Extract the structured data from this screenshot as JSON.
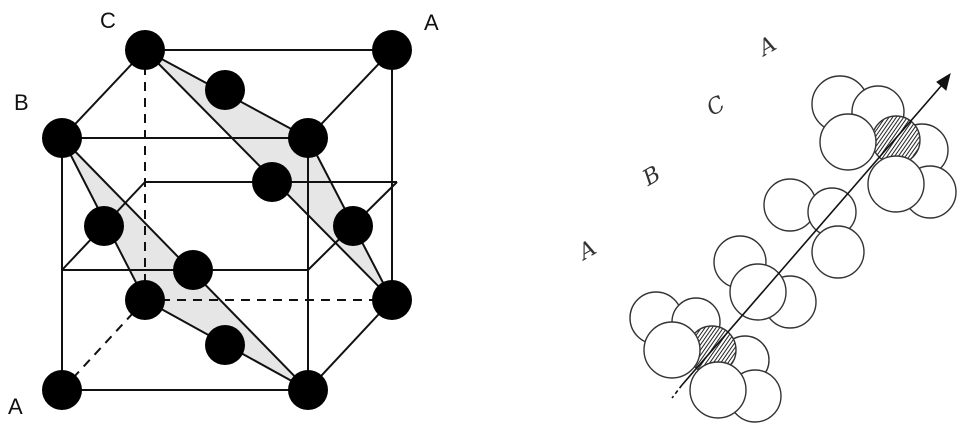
{
  "cube_labels": {
    "c_top": "C",
    "a_top": "A",
    "b_left": "B",
    "a_bottom": "A"
  },
  "stack_labels": {
    "a_upper": "A",
    "c": "C",
    "b": "B",
    "a_lower": "A"
  },
  "colors": {
    "atom": "#000000",
    "plane_fill": "#e6e6e6",
    "sphere_fill": "#ffffff",
    "sphere_shade": "#4a4a4a",
    "line": "#111111"
  }
}
